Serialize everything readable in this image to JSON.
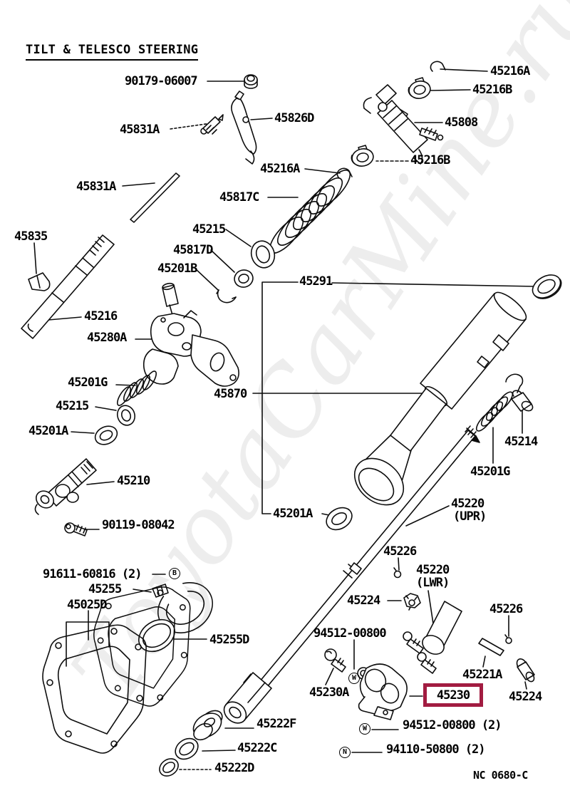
{
  "title": "TILT & TELESCO STEERING",
  "watermark": "ToyotaCarMine.ru",
  "footer_code": "NC 0680-C",
  "highlight": {
    "part": "45230",
    "box_color": "#a21c41",
    "box_style": "border-color:#a21c41"
  },
  "callout_badges": [
    {
      "letter": "B"
    },
    {
      "letter": "W"
    },
    {
      "letter": "W"
    },
    {
      "letter": "N"
    }
  ],
  "part_labels": [
    {
      "text": "90179-06007"
    },
    {
      "text": "45831A"
    },
    {
      "text": "45826D"
    },
    {
      "text": "45216A"
    },
    {
      "text": "45216B"
    },
    {
      "text": "45808"
    },
    {
      "text": "45216B"
    },
    {
      "text": "45216A"
    },
    {
      "text": "45817C"
    },
    {
      "text": "45831A"
    },
    {
      "text": "45835"
    },
    {
      "text": "45215"
    },
    {
      "text": "45817D"
    },
    {
      "text": "45201B"
    },
    {
      "text": "45291"
    },
    {
      "text": "45216"
    },
    {
      "text": "45280A"
    },
    {
      "text": "45201G"
    },
    {
      "text": "45215"
    },
    {
      "text": "45201A"
    },
    {
      "text": "45870"
    },
    {
      "text": "45214"
    },
    {
      "text": "45201G"
    },
    {
      "text": "45210"
    },
    {
      "text": "90119-08042"
    },
    {
      "text": "45201A"
    },
    {
      "text": "45220"
    },
    {
      "text": "(UPR)"
    },
    {
      "text": "45226"
    },
    {
      "text": "45220"
    },
    {
      "text": "(LWR)"
    },
    {
      "text": "45224"
    },
    {
      "text": "45226"
    },
    {
      "text": "91611-60816 (2)"
    },
    {
      "text": "45255"
    },
    {
      "text": "45025D"
    },
    {
      "text": "45255D"
    },
    {
      "text": "94512-00800"
    },
    {
      "text": "45230A"
    },
    {
      "text": "45221A"
    },
    {
      "text": "45224"
    },
    {
      "text": "45222F"
    },
    {
      "text": "45222C"
    },
    {
      "text": "45222D"
    },
    {
      "text": "94512-00800 (2)"
    },
    {
      "text": "94110-50800 (2)"
    }
  ]
}
